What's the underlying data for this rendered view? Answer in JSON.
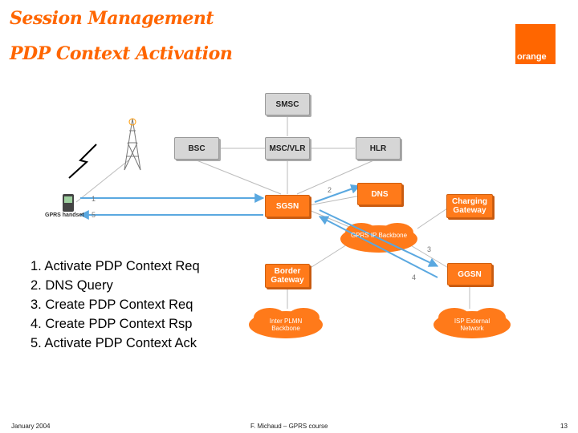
{
  "header": {
    "title_line1": "Session Management",
    "title_line2": "PDP Context Activation",
    "logo_text": "orange"
  },
  "diagram": {
    "nodes": {
      "smsc": "SMSC",
      "bsc": "BSC",
      "msc_vlr": "MSC/VLR",
      "hlr": "HLR",
      "sgsn": "SGSN",
      "dns": "DNS",
      "charging_gateway": "Charging Gateway",
      "border_gateway": "Border Gateway",
      "ggsn": "GGSN"
    },
    "clouds": {
      "gprs_backbone": "GPRS IP Backbone",
      "inter_plmn": "Inter PLMN Backbone",
      "isp": "ISP External Network"
    },
    "handset_label": "GPRS handset",
    "step_markers": [
      "1",
      "2",
      "3",
      "4",
      "5"
    ]
  },
  "steps": [
    "1. Activate PDP Context Req",
    "2. DNS Query",
    "3. Create PDP Context Req",
    "4. Create PDP Context Rsp",
    "5. Activate PDP Context Ack"
  ],
  "footer": {
    "date": "January 2004",
    "author": "F. Michaud – GPRS course",
    "page": "13"
  },
  "colors": {
    "accent": "#ff6600",
    "arrow": "#5aa8e0"
  }
}
